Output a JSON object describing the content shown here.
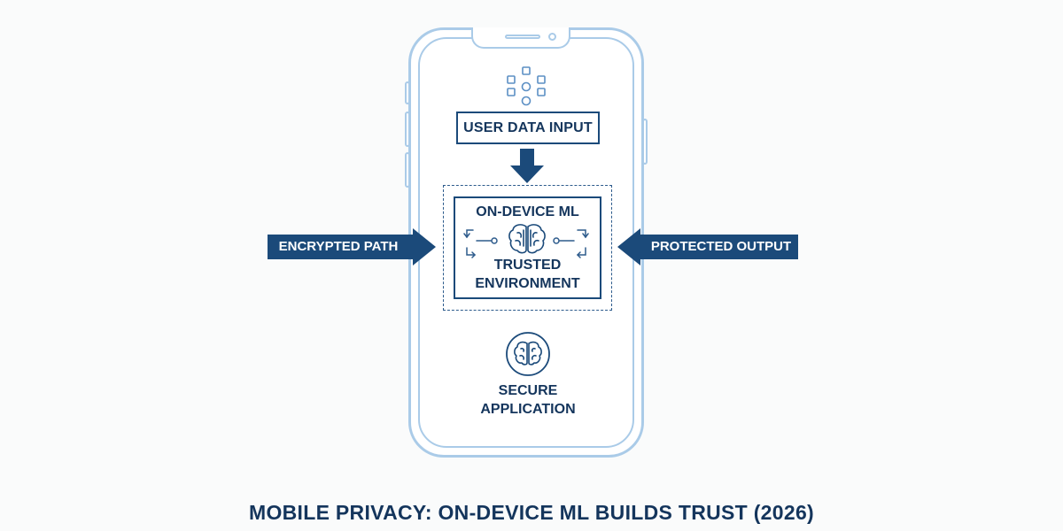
{
  "diagram": {
    "title": "MOBILE PRIVACY: ON-DEVICE ML BUILDS TRUST (2026)",
    "input_box": {
      "label": "USER DATA INPUT"
    },
    "ml_box": {
      "heading": "ON-DEVICE ML",
      "line1": "TRUSTED",
      "line2": "ENVIRONMENT"
    },
    "left_arrow": {
      "label": "ENCRYPTED PATH"
    },
    "right_arrow": {
      "label": "PROTECTED OUTPUT"
    },
    "app": {
      "line1": "SECURE",
      "line2": "APPLICATION"
    },
    "icons": [
      "data-grid-icon",
      "down-arrow-icon",
      "brain-icon",
      "flow-arrow-icon",
      "brain-circle-icon"
    ],
    "colors": {
      "navy": "#14355c",
      "arrow": "#1b4a7a",
      "phone_outline": "#aacbe8",
      "background": "#fafbfb"
    }
  }
}
